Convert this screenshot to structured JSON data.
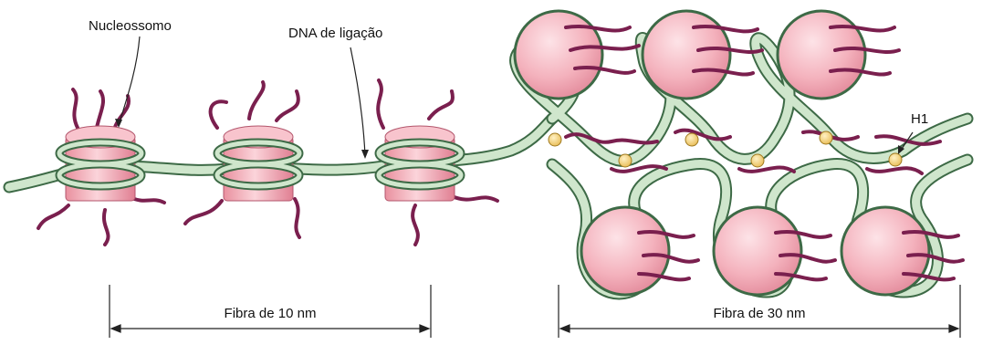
{
  "labels": {
    "nucleosome": "Nucleossomo",
    "linker_dna": "DNA de ligação",
    "h1": "H1"
  },
  "scales": {
    "fiber10": "Fibra de 10 nm",
    "fiber30": "Fibra de 30 nm"
  },
  "colors": {
    "dna_fill": "#cfe6cc",
    "dna_stroke": "#3d6a46",
    "histone_fill": "#f4b2bd",
    "histone_dark": "#e2899a",
    "tail": "#7a1f4e",
    "h1_fill": "#f3d27a",
    "line": "#222222"
  }
}
